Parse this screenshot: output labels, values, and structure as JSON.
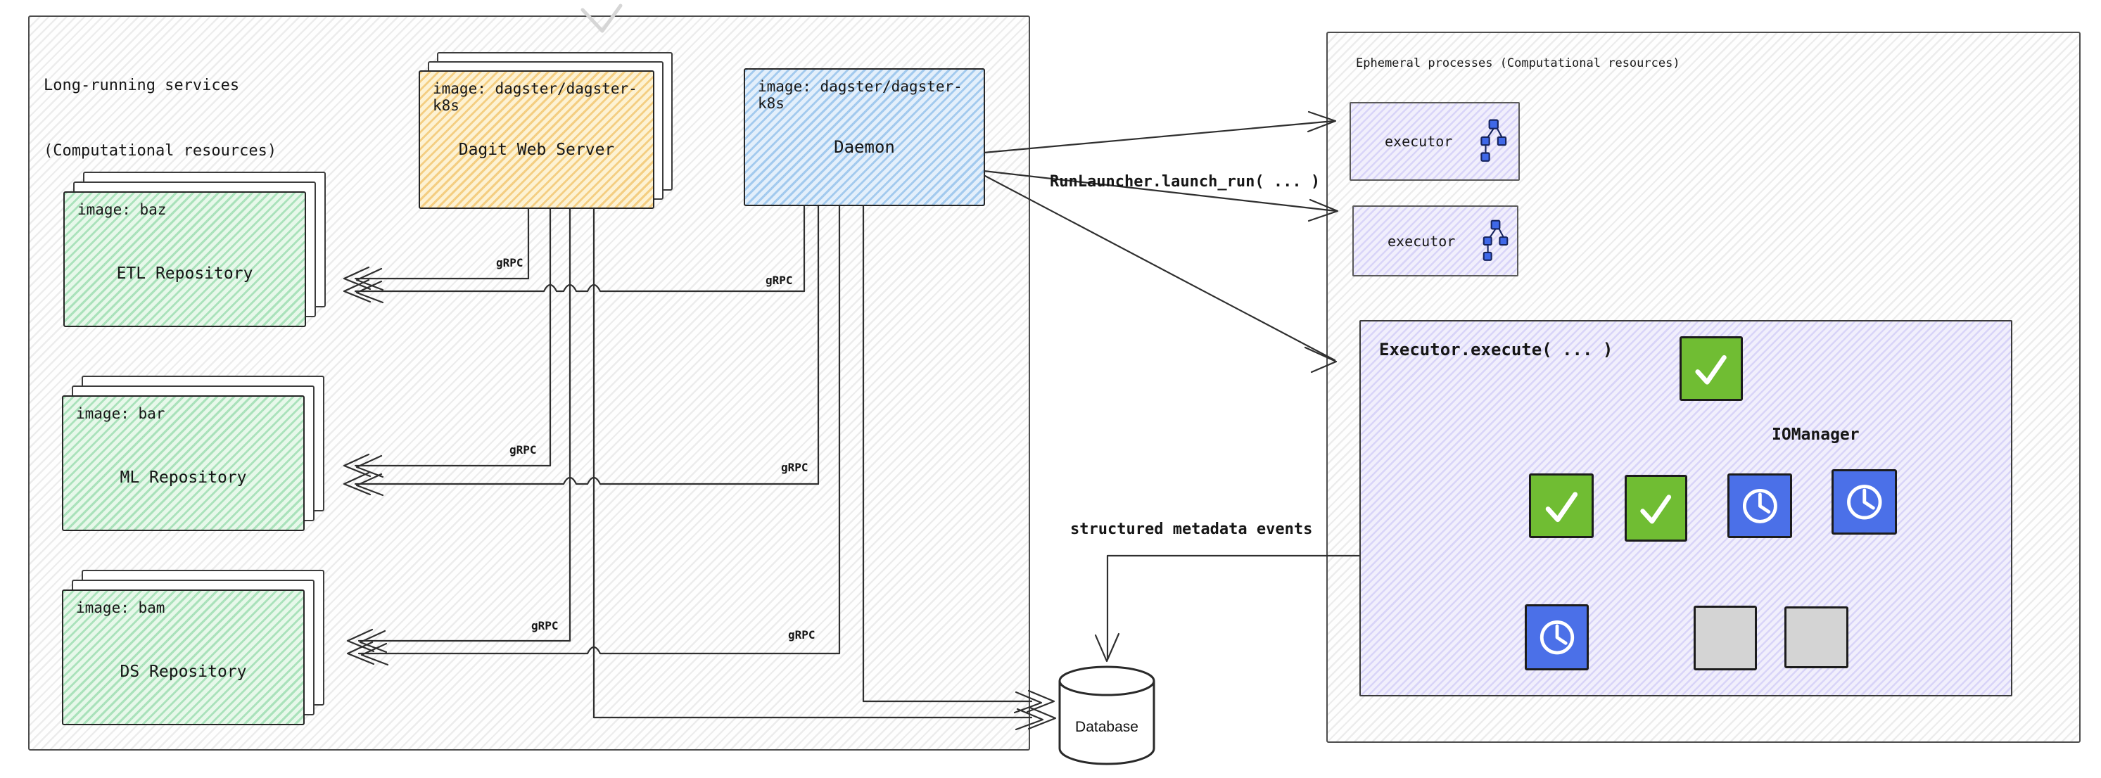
{
  "left_panel": {
    "title_line1": "Long-running services",
    "title_line2": "(Computational resources)",
    "dagit": {
      "image_label": "image: dagster/dagster-k8s",
      "title": "Dagit Web Server"
    },
    "daemon": {
      "image_label": "image: dagster/dagster-k8s",
      "title": "Daemon"
    },
    "repos": [
      {
        "image_label": "image: baz",
        "title": "ETL Repository"
      },
      {
        "image_label": "image: bar",
        "title": "ML Repository"
      },
      {
        "image_label": "image: bam",
        "title": "DS Repository"
      }
    ],
    "grpc_label": "gRPC"
  },
  "right_panel": {
    "title": "Ephemeral processes (Computational resources)",
    "executor_label": "executor",
    "execute_box": {
      "title": "Executor.execute( ... )",
      "iomanager_label": "IOManager"
    }
  },
  "labels": {
    "run_launcher": "RunLauncher.launch_run( ... )",
    "metadata_events": "structured metadata events"
  },
  "database": {
    "label": "Database"
  },
  "colors": {
    "dagit_fill": "#fdf2d3",
    "daemon_fill": "#e3effb",
    "repo_fill": "#e7f8ea",
    "executor_fill": "#f1effc",
    "node_completed": "#70bd33",
    "node_running": "#4b70e8",
    "node_pending": "#d4d4d4",
    "line": "#2f2f2f"
  }
}
